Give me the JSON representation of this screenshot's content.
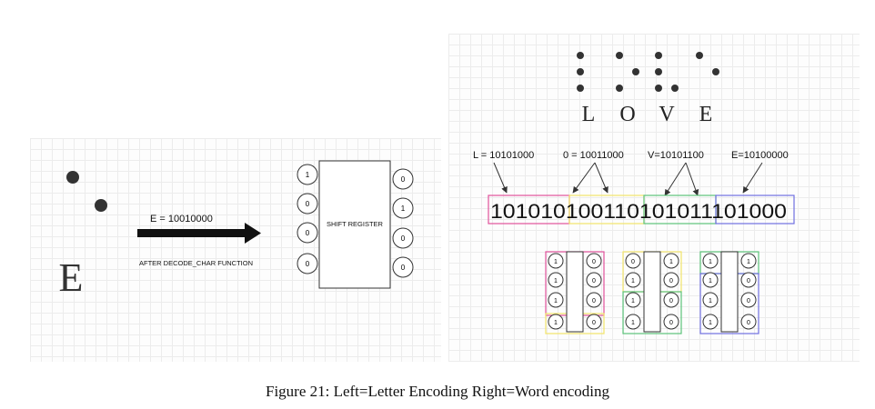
{
  "left": {
    "letter": "E",
    "code_label": "E = 10010000",
    "function_label": "AFTER DECODE_CHAR FUNCTION",
    "register_label": "SHIFT REGISTER",
    "left_pins": [
      "1",
      "0",
      "0",
      "0"
    ],
    "right_pins": [
      "0",
      "1",
      "0",
      "0"
    ]
  },
  "right": {
    "letters": [
      "L",
      "O",
      "V",
      "E"
    ],
    "codes": [
      "L = 10101000",
      "0 = 10011000",
      "V=10101100",
      "E=10100000"
    ],
    "bit_segments": [
      "101010",
      "10011",
      "01010",
      "11",
      "101000"
    ],
    "segment_colors": [
      "#e0529c",
      "#f2e46a",
      "#5cc47a",
      "#7070e0"
    ],
    "registers": [
      {
        "left": [
          "1",
          "1",
          "1",
          "1"
        ],
        "right": [
          "0",
          "0",
          "0",
          "0"
        ]
      },
      {
        "left": [
          "0",
          "1",
          "1",
          "1"
        ],
        "right": [
          "1",
          "0",
          "0",
          "0"
        ]
      },
      {
        "left": [
          "1",
          "1",
          "1",
          "1"
        ],
        "right": [
          "1",
          "0",
          "0",
          "0"
        ]
      }
    ]
  },
  "caption": "Figure 21: Left=Letter Encoding Right=Word encoding"
}
